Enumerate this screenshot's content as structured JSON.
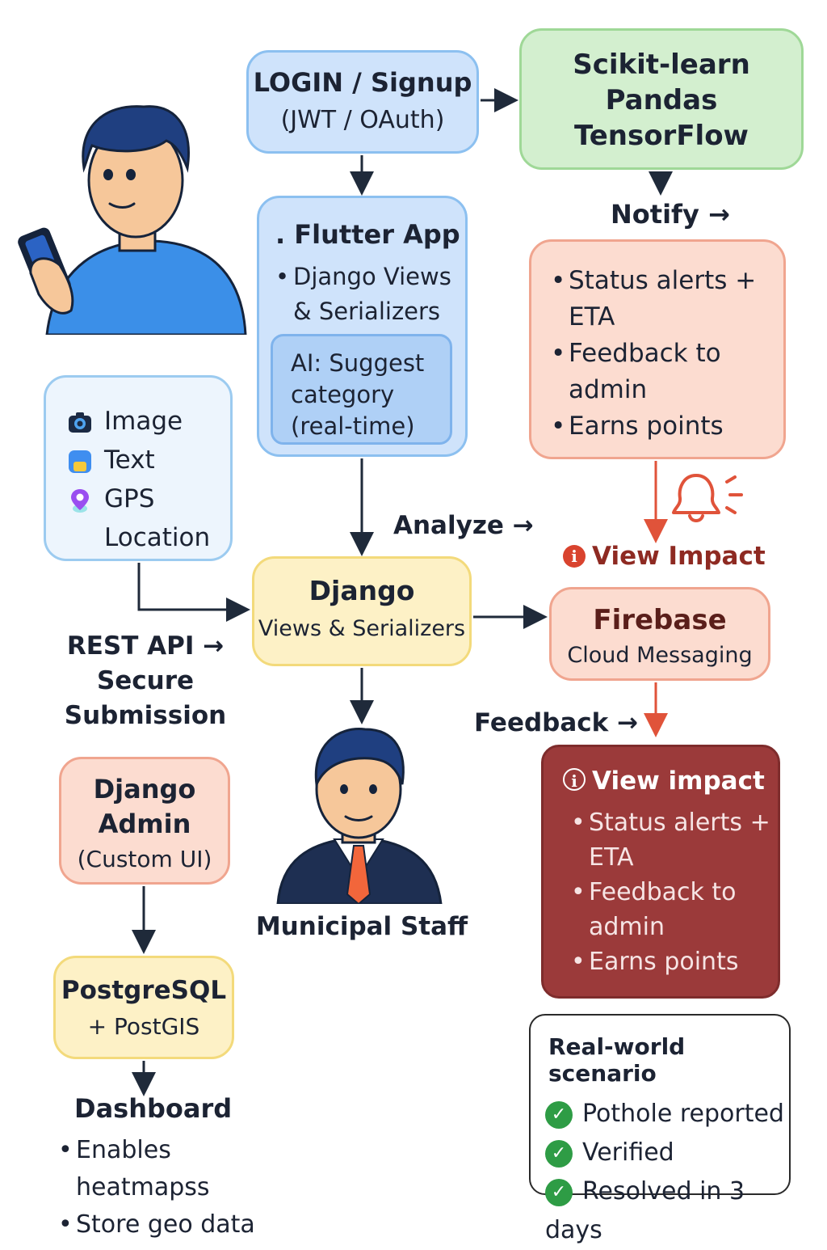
{
  "login": {
    "title": "LOGIN / Signup",
    "subtitle": "(JWT / OAuth)"
  },
  "ml_libs": [
    "Scikit-learn",
    "Pandas",
    "TensorFlow"
  ],
  "notify_label": "Notify →",
  "flutter": {
    "title": ". Flutter App",
    "item": "Django Views",
    "item_cont": "& Serializers",
    "ai_box": [
      "AI: Suggest",
      "category",
      "(real-time)"
    ]
  },
  "notify_box": {
    "items": [
      {
        "l1": "Status alerts +",
        "l2": "ETA"
      },
      {
        "l1": "Feedback to",
        "l2": "admin"
      },
      {
        "l1": "Earns points",
        "l2": ""
      }
    ]
  },
  "inputs": {
    "image": "Image",
    "text": "Text",
    "gps": "GPS",
    "location": "Location"
  },
  "analyze_label": "Analyze →",
  "view_impact_label": "View Impact",
  "django": {
    "title": "Django",
    "subtitle": "Views & Serializers"
  },
  "firebase": {
    "title": "Firebase",
    "subtitle": "Cloud Messaging"
  },
  "rest_api": {
    "line1": "REST API →",
    "line2": "Secure",
    "line3": "Submission"
  },
  "feedback_label": "Feedback →",
  "admin": {
    "line1": "Django",
    "line2": "Admin",
    "line3": "(Custom UI)"
  },
  "staff_label": "Municipal Staff",
  "impact_box": {
    "title": "View impact",
    "items": [
      {
        "l1": "Status alerts +",
        "l2": "ETA"
      },
      {
        "l1": "Feedback to",
        "l2": "admin"
      },
      {
        "l1": "Earns points",
        "l2": ""
      }
    ]
  },
  "postgres": {
    "title": "PostgreSQL",
    "subtitle": "+ PostGIS"
  },
  "dashboard": {
    "title": "Dashboard",
    "item1": "Enables",
    "item1_cont": "heatmapss",
    "item2": "Store geo data"
  },
  "scenario": {
    "title": "Real-world scenario",
    "items": [
      "Pothole reported",
      "Verified",
      "Resolved in 3 days"
    ]
  },
  "colors": {
    "blue_box": "#cfe3fb",
    "green_box": "#d3efcf",
    "peach_box": "#fcdcd0",
    "yellow_box": "#fdf1c6",
    "impact_red": "#9b3a3a",
    "arrow_dark": "#1f2a3a",
    "arrow_red": "#e0533a",
    "check_green": "#2e9c45"
  }
}
